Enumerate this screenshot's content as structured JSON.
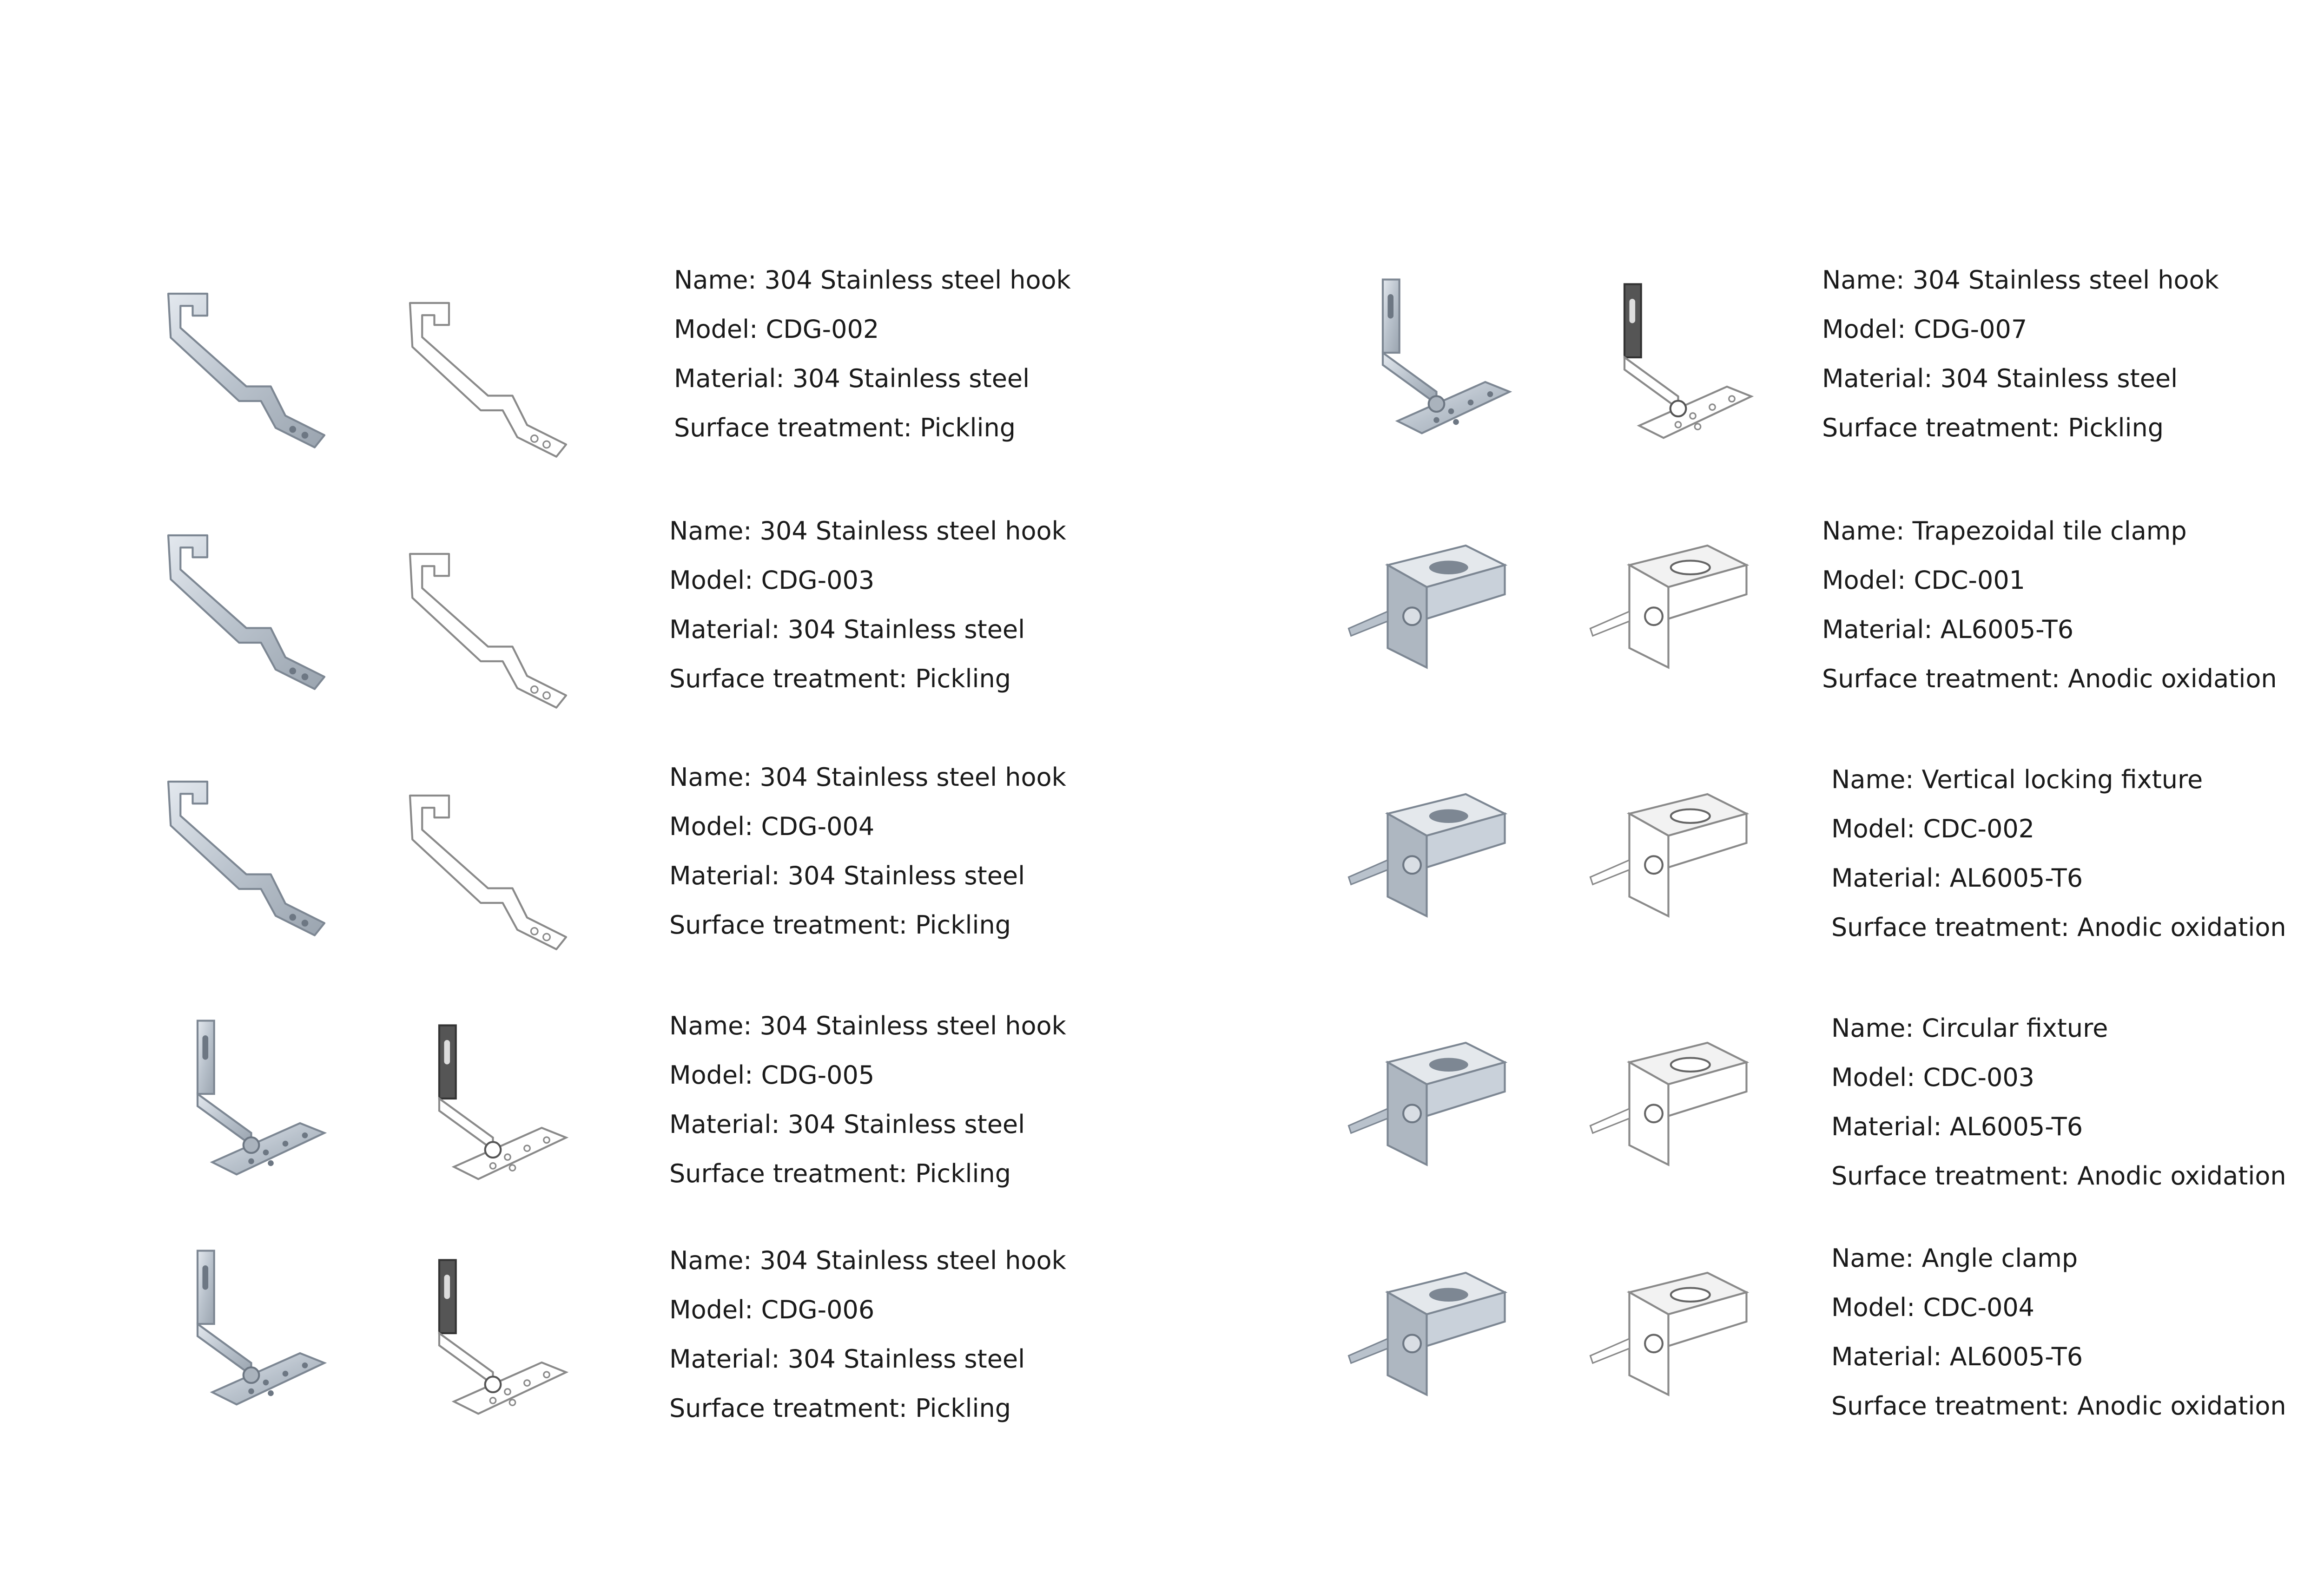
{
  "left_column": [
    {
      "name": "Name: 304 Stainless steel hook",
      "model": "Model: CDG-002",
      "material": "Material: 304 Stainless steel",
      "surface": "Surface treatment: Pickling",
      "photo_icon": "hook-photo-icon",
      "drawing_icon": "hook-drawing-icon"
    },
    {
      "name": "Name: 304 Stainless steel hook",
      "model": "Model: CDG-003",
      "material": "Material: 304 Stainless steel",
      "surface": "Surface treatment: Pickling",
      "photo_icon": "hook-photo-icon",
      "drawing_icon": "hook-drawing-icon"
    },
    {
      "name": "Name: 304 Stainless steel hook",
      "model": "Model: CDG-004",
      "material": "Material: 304 Stainless steel",
      "surface": "Surface treatment: Pickling",
      "photo_icon": "hook-photo-icon",
      "drawing_icon": "hook-drawing-icon"
    },
    {
      "name": "Name: 304 Stainless steel hook",
      "model": "Model: CDG-005",
      "material": "Material: 304 Stainless steel",
      "surface": "Surface treatment: Pickling",
      "photo_icon": "adjustable-hook-photo-icon",
      "drawing_icon": "adjustable-hook-drawing-icon"
    },
    {
      "name": "Name: 304 Stainless steel hook",
      "model": "Model: CDG-006",
      "material": "Material: 304 Stainless steel",
      "surface": "Surface treatment: Pickling",
      "photo_icon": "adjustable-hook-photo-icon",
      "drawing_icon": "adjustable-hook-drawing-icon"
    }
  ],
  "right_column": [
    {
      "name": "Name: 304 Stainless steel hook",
      "model": "Model: CDG-007",
      "material": "Material: 304 Stainless steel",
      "surface": "Surface treatment: Pickling",
      "photo_icon": "adjustable-hook-photo-icon",
      "drawing_icon": "adjustable-hook-drawing-icon"
    },
    {
      "name": "Name: Trapezoidal tile clamp",
      "model": "Model: CDC-001",
      "material": "Material: AL6005-T6",
      "surface": "Surface treatment: Anodic oxidation",
      "photo_icon": "trapezoidal-clamp-photo-icon",
      "drawing_icon": "trapezoidal-clamp-drawing-icon"
    },
    {
      "name": "Name: Vertical locking fixture",
      "model": "Model: CDC-002",
      "material": "Material: AL6005-T6",
      "surface": "Surface treatment: Anodic oxidation",
      "photo_icon": "vertical-fixture-photo-icon",
      "drawing_icon": "vertical-fixture-drawing-icon"
    },
    {
      "name": "Name: Circular fixture",
      "model": "Model: CDC-003",
      "material": "Material: AL6005-T6",
      "surface": "Surface treatment: Anodic oxidation",
      "photo_icon": "circular-fixture-photo-icon",
      "drawing_icon": "circular-fixture-drawing-icon"
    },
    {
      "name": "Name: Angle clamp",
      "model": "Model: CDC-004",
      "material": "Material: AL6005-T6",
      "surface": "Surface treatment: Anodic oxidation",
      "photo_icon": "angle-clamp-photo-icon",
      "drawing_icon": "angle-clamp-drawing-icon"
    }
  ],
  "colors": {
    "photo_fill": "#c9d1da",
    "photo_stroke": "#7d8793",
    "drawing_stroke": "#8a8a8a",
    "text": "#1a1a1a"
  }
}
